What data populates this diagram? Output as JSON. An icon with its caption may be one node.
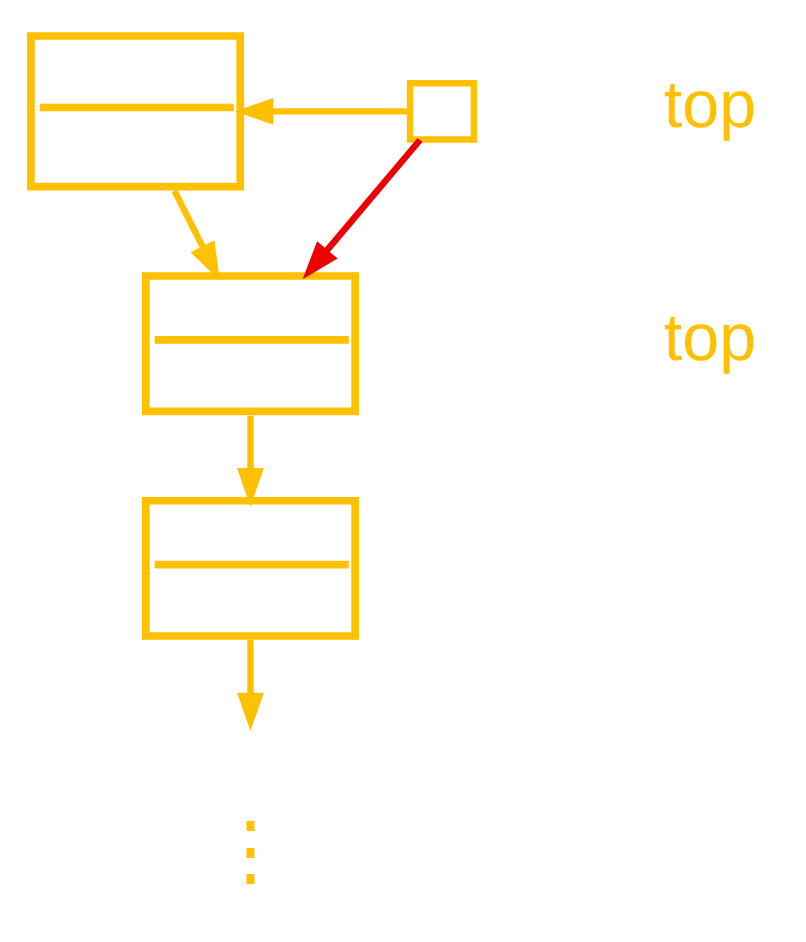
{
  "diagram": {
    "nodes": [
      {
        "text": [],
        "shape": "box"
      },
      {
        "text": [],
        "shape": "box"
      },
      {
        "text": [],
        "shape": "box"
      },
      {
        "text": [],
        "shape": "box"
      }
    ],
    "edges": [
      {
        "from": 3,
        "to": 0,
        "arrow": "to"
      },
      {
        "from": 3,
        "to": 1,
        "arrow": "to",
        "color": "#ee0000"
      },
      {
        "from": 0,
        "to": 1,
        "arrow": "to"
      },
      {
        "from": 1,
        "to": 2,
        "arrow": "to"
      },
      {
        "from": 2,
        "to": null,
        "arrow": "to"
      }
    ],
    "labels": [
      "top",
      "top",
      "⋮"
    ]
  }
}
